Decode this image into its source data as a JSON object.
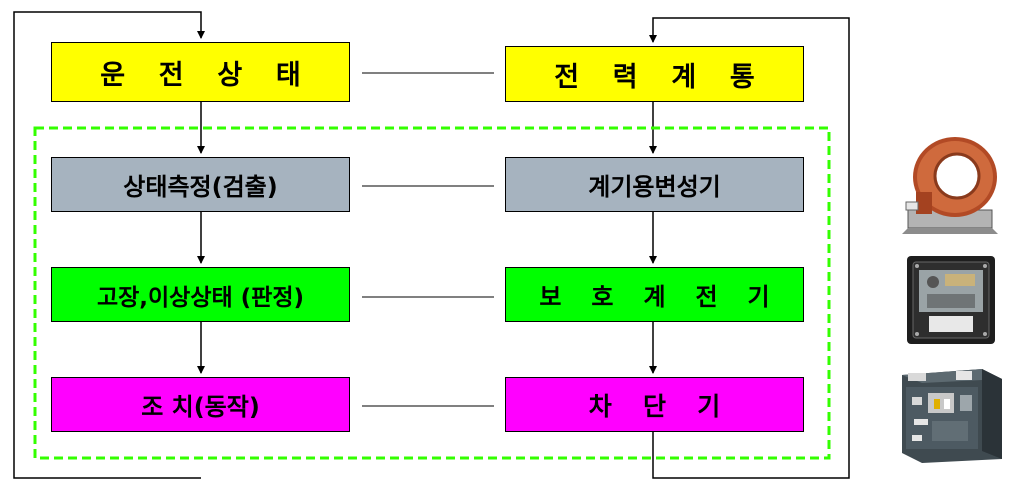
{
  "left_column": {
    "box_1": "운 전 상 태",
    "box_2": "상태측정(검출)",
    "box_3": "고장,이상상태 (판정)",
    "box_4": "조 치(동작)"
  },
  "right_column": {
    "box_1": "전 력 계 통",
    "box_2": "계기용변성기",
    "box_3": "보 호 계 전 기",
    "box_4": "차 단 기"
  },
  "colors": {
    "operation_state": "#ffff00",
    "measurement": "#a6b3bf",
    "judgment": "#00ff00",
    "action": "#ff00ff",
    "dashed_boundary": "#33ff00"
  },
  "photo_icons": [
    "current-transformer-icon",
    "protective-relay-icon",
    "vacuum-circuit-breaker-icon"
  ]
}
